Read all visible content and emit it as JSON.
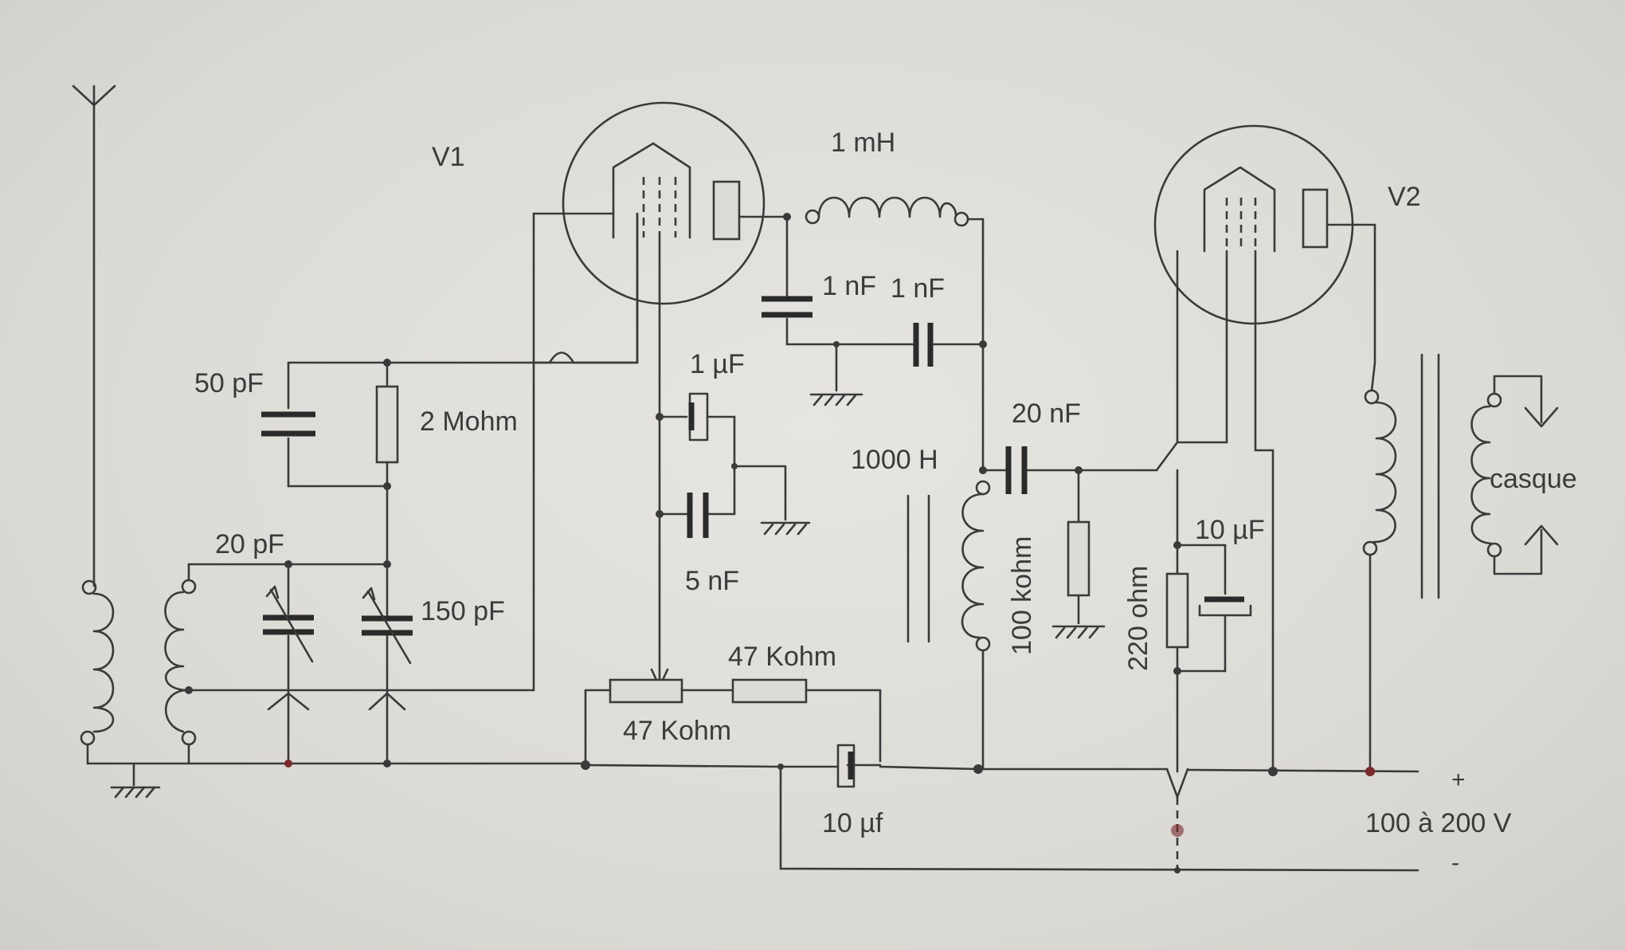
{
  "labels": {
    "v1": "V1",
    "v2": "V2",
    "l_1mh": "1 mH",
    "c_1nf_a": "1 nF",
    "c_1nf_b": "1 nF",
    "c_50pf": "50 pF",
    "r_2mohm": "2 Mohm",
    "c_1uf": "1 µF",
    "c_20pf": "20 pF",
    "c_150pf": "150 pF",
    "c_5nf": "5 nF",
    "l_1000h": "1000 H",
    "c_20nf": "20 nF",
    "r_100kohm": "100 kohm",
    "r_220ohm": "220 ohm",
    "c_10uf_top": "10 µF",
    "casque": "casque",
    "r_47kohm_a": "47 Kohm",
    "r_47kohm_b": "47 Kohm",
    "c_10uf_bottom": "10 µf",
    "supply_plus": "+",
    "supply_voltage": "100 à 200 V",
    "supply_minus": "-"
  },
  "colors": {
    "ink": "#3a3a3a",
    "paper": "#dcdbd6"
  }
}
